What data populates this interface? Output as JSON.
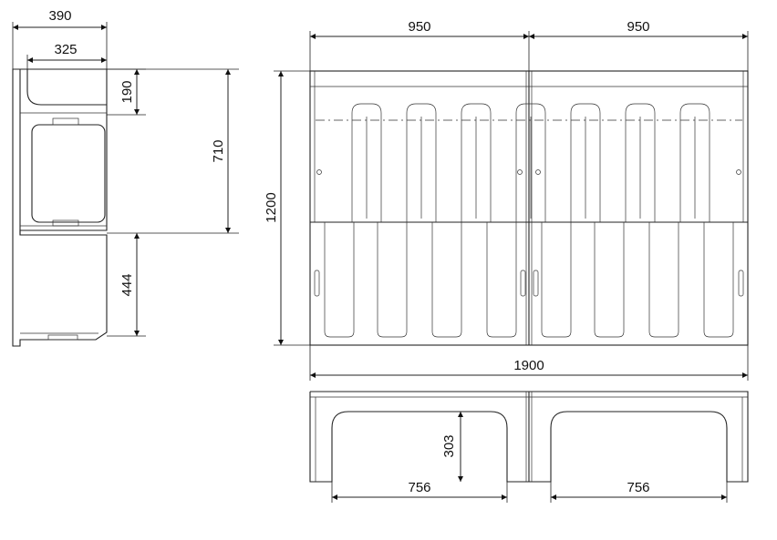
{
  "dimensions": {
    "side_outer_width": "390",
    "side_inner_width": "325",
    "side_top_height": "190",
    "side_mid_height": "710",
    "side_bottom_height": "444",
    "front_left_width": "950",
    "front_right_width": "950",
    "front_height": "1200",
    "front_total_width": "1900",
    "bottom_height": "303",
    "bottom_left_opening": "756",
    "bottom_right_opening": "756"
  },
  "colors": {
    "line": "#222222",
    "background": "#ffffff"
  }
}
